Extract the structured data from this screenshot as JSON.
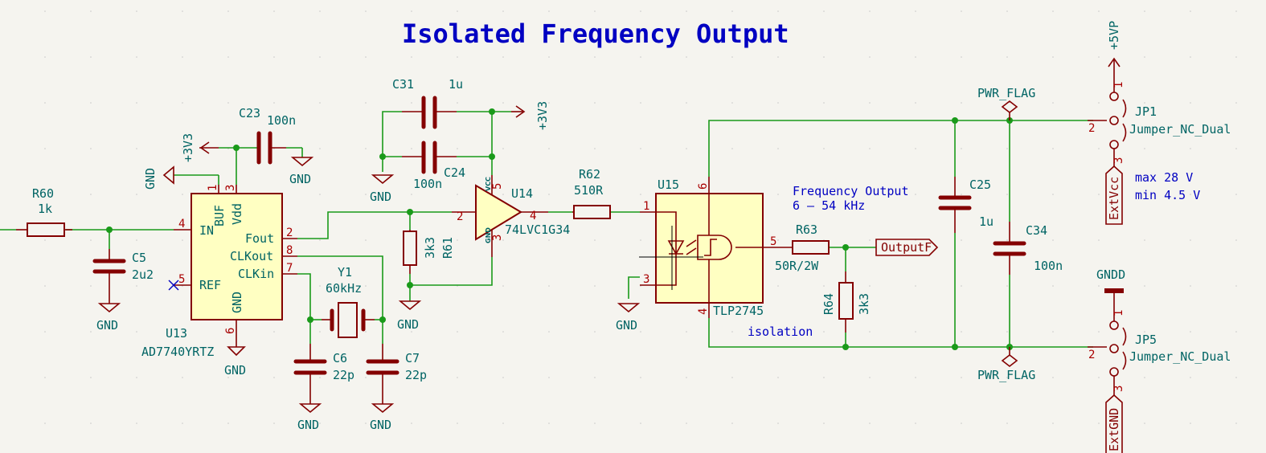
{
  "title": "Isolated Frequency Output",
  "notes": {
    "freq_line1": "Frequency Output",
    "freq_line2": "6 — 54 kHz",
    "isolation": "isolation",
    "ext_max": "max 28 V",
    "ext_min": "min 4.5 V"
  },
  "components": {
    "R60": {
      "ref": "R60",
      "value": "1k"
    },
    "C5": {
      "ref": "C5",
      "value": "2u2"
    },
    "C23": {
      "ref": "C23",
      "value": "100n"
    },
    "U13": {
      "ref": "U13",
      "value": "AD7740YRTZ",
      "pins": {
        "BUF": "BUF",
        "Vdd": "Vdd",
        "IN": "IN",
        "REF": "REF",
        "GND": "GND",
        "Fout": "Fout",
        "CLKout": "CLKout",
        "CLKin": "CLKin"
      },
      "pin_numbers": {
        "BUF": "1",
        "Vdd": "3",
        "IN": "4",
        "REF": "5",
        "GND": "6",
        "Fout": "2",
        "CLKout": "8",
        "CLKin": "7"
      }
    },
    "Y1": {
      "ref": "Y1",
      "value": "60kHz"
    },
    "C6": {
      "ref": "C6",
      "value": "22p"
    },
    "C7": {
      "ref": "C7",
      "value": "22p"
    },
    "C31": {
      "ref": "C31",
      "value": "1u"
    },
    "C24": {
      "ref": "C24",
      "value": "100n"
    },
    "R61": {
      "ref": "R61",
      "value": "3k3"
    },
    "U14": {
      "ref": "U14",
      "value": "74LVC1G34",
      "pin_numbers": {
        "in": "2",
        "out": "4",
        "vcc": "5",
        "gnd": "3"
      },
      "pins": {
        "vcc": "VCC",
        "gnd": "GND"
      }
    },
    "R62": {
      "ref": "R62",
      "value": "510R"
    },
    "U15": {
      "ref": "U15",
      "value": "TLP2745",
      "pin_numbers": {
        "anode": "1",
        "cathode": "3",
        "vcc": "6",
        "out": "5",
        "gnd": "4"
      }
    },
    "R63": {
      "ref": "R63",
      "value": "50R/2W"
    },
    "R64": {
      "ref": "R64",
      "value": "3k3"
    },
    "C25": {
      "ref": "C25",
      "value": "1u"
    },
    "C34": {
      "ref": "C34",
      "value": "100n"
    },
    "JP1": {
      "ref": "JP1",
      "value": "Jumper_NC_Dual",
      "pin_numbers": [
        "1",
        "2",
        "3"
      ]
    },
    "JP5": {
      "ref": "JP5",
      "value": "Jumper_NC_Dual",
      "pin_numbers": [
        "1",
        "2",
        "3"
      ]
    }
  },
  "power": {
    "gnd": "GND",
    "v3v3": "+3V3",
    "v5vp": "+5VP",
    "gndd": "GNDD",
    "pwr_flag": "PWR_FLAG"
  },
  "labels": {
    "output": "OutputF",
    "ext_vcc": "ExtVcc",
    "ext_gnd": "ExtGND"
  },
  "colors": {
    "wire": "#1a9a1a",
    "symbol": "#840000",
    "symbol_fill": "#ffffc2",
    "text_field": "#006464",
    "note": "#0000c2",
    "background": "#f5f4ef"
  }
}
